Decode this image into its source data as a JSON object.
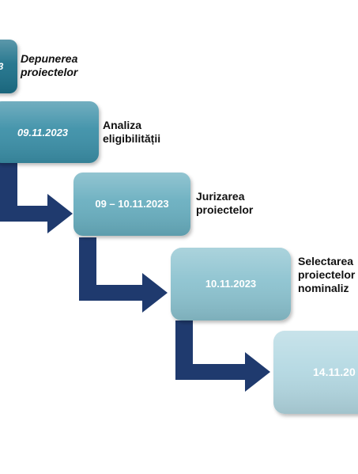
{
  "steps": [
    {
      "date": "3",
      "label_lines": [
        "Depunerea",
        "proiectelor"
      ],
      "box_color": "#1e6f89",
      "date_color": "#ffffff"
    },
    {
      "date": "09.11.2023",
      "label_lines": [
        "Analiza",
        "eligibilității"
      ],
      "box_color": "#3a8fa7",
      "date_color": "#ffffff"
    },
    {
      "date": "09 – 10.11.2023",
      "label_lines": [
        "Jurizarea",
        "proiectelor"
      ],
      "box_color": "#68aebf",
      "date_color": "#ffffff"
    },
    {
      "date": "10.11.2023",
      "label_lines": [
        "Selectarea",
        "proiectelor",
        "nominaliz"
      ],
      "box_color": "#8bc2cf",
      "date_color": "#ffffff"
    },
    {
      "date": "14.11.20",
      "label_lines": [],
      "box_color": "#b3d8e2",
      "date_color": "#e8161b"
    }
  ],
  "arrow_color": "#1f3a6e"
}
